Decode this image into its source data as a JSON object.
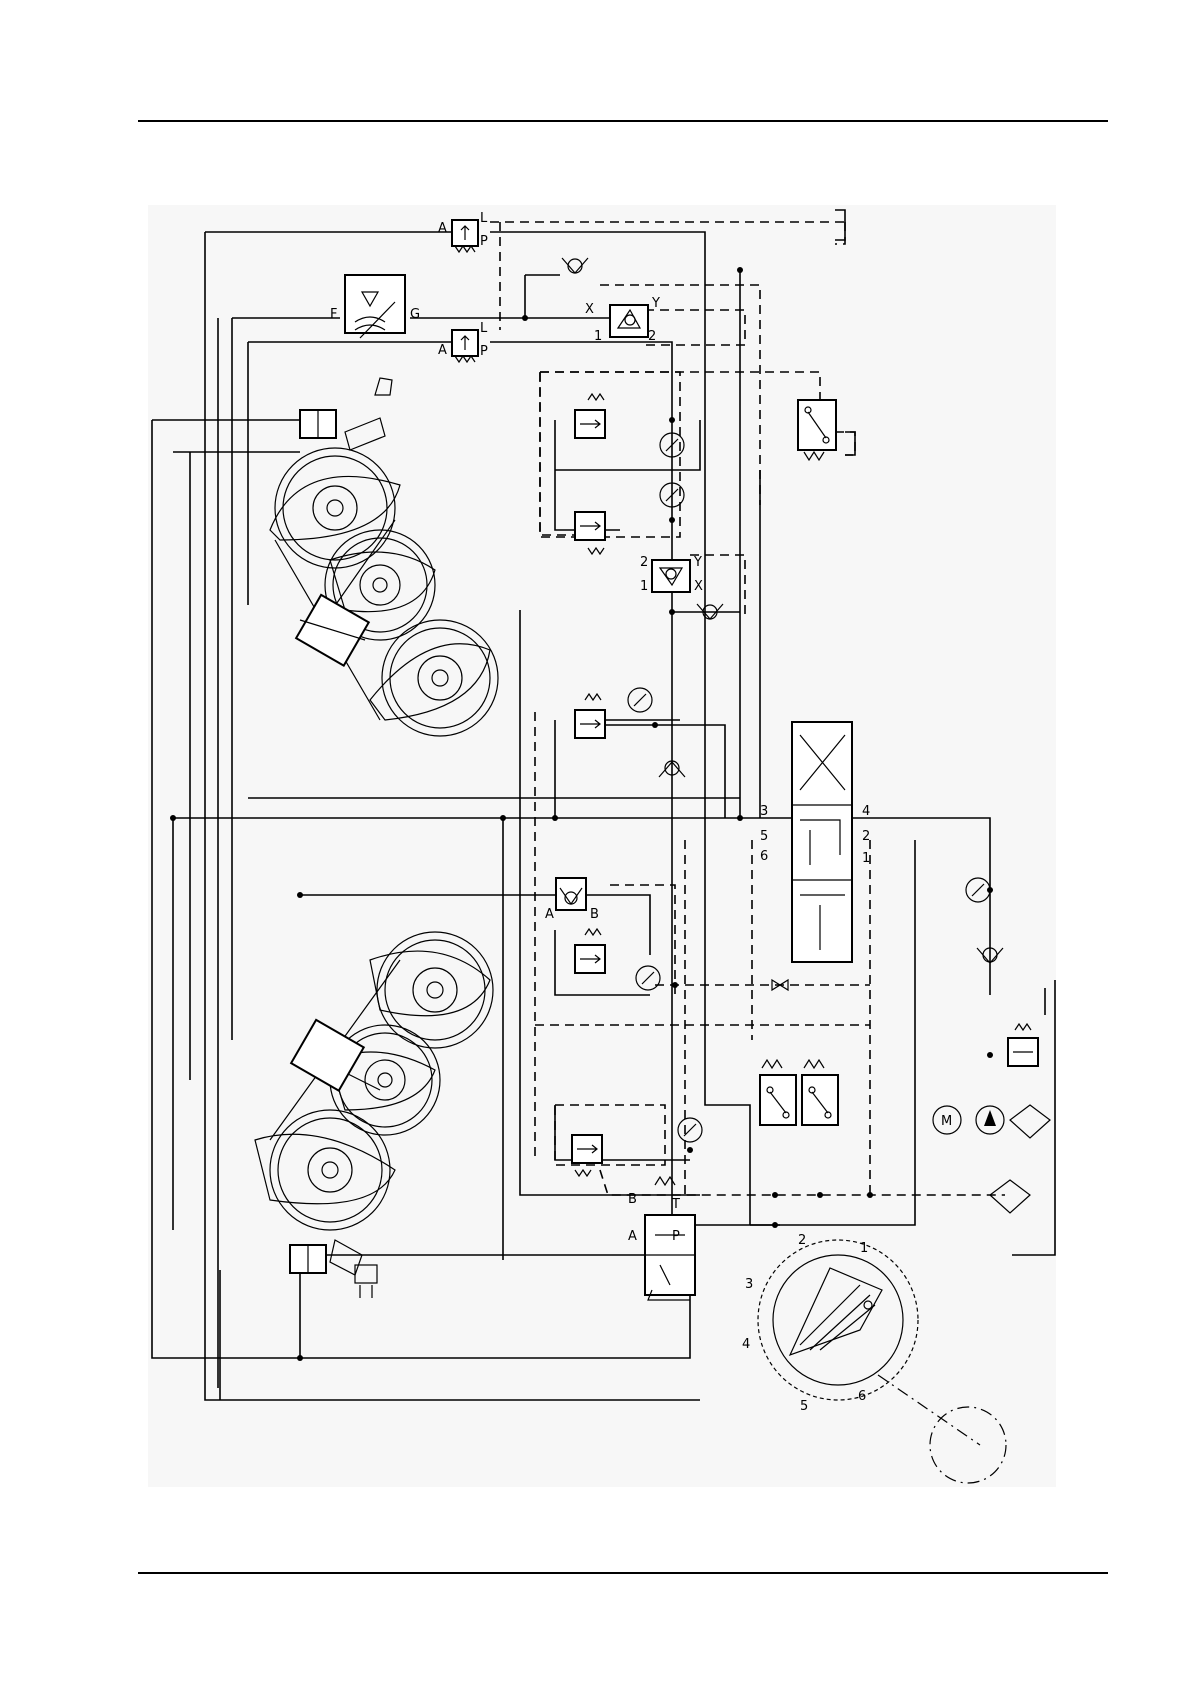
{
  "diagram": {
    "labels": {
      "relief_top_A": "A",
      "relief_top_P": "P",
      "relief_top_L": "L",
      "relief_mid_A": "A",
      "relief_mid_P": "P",
      "relief_mid_L": "L",
      "flow_F": "F",
      "flow_G": "G",
      "shuttle_top_X": "X",
      "shuttle_top_Y": "Y",
      "shuttle_top_1": "1",
      "shuttle_top_2": "2",
      "shuttle_mid_X": "X",
      "shuttle_mid_Y": "Y",
      "shuttle_mid_1": "1",
      "shuttle_mid_2": "2",
      "check_A": "A",
      "check_B": "B",
      "valve_A": "A",
      "valve_B": "B",
      "valve_P": "P",
      "valve_T": "T",
      "port_3": "3",
      "port_4": "4",
      "port_5": "5",
      "port_6": "6",
      "port_1": "1",
      "port_2": "2",
      "motor_M": "M",
      "detail_1": "1",
      "detail_2": "2",
      "detail_3": "3",
      "detail_4": "4",
      "detail_5": "5",
      "detail_6": "6"
    }
  }
}
